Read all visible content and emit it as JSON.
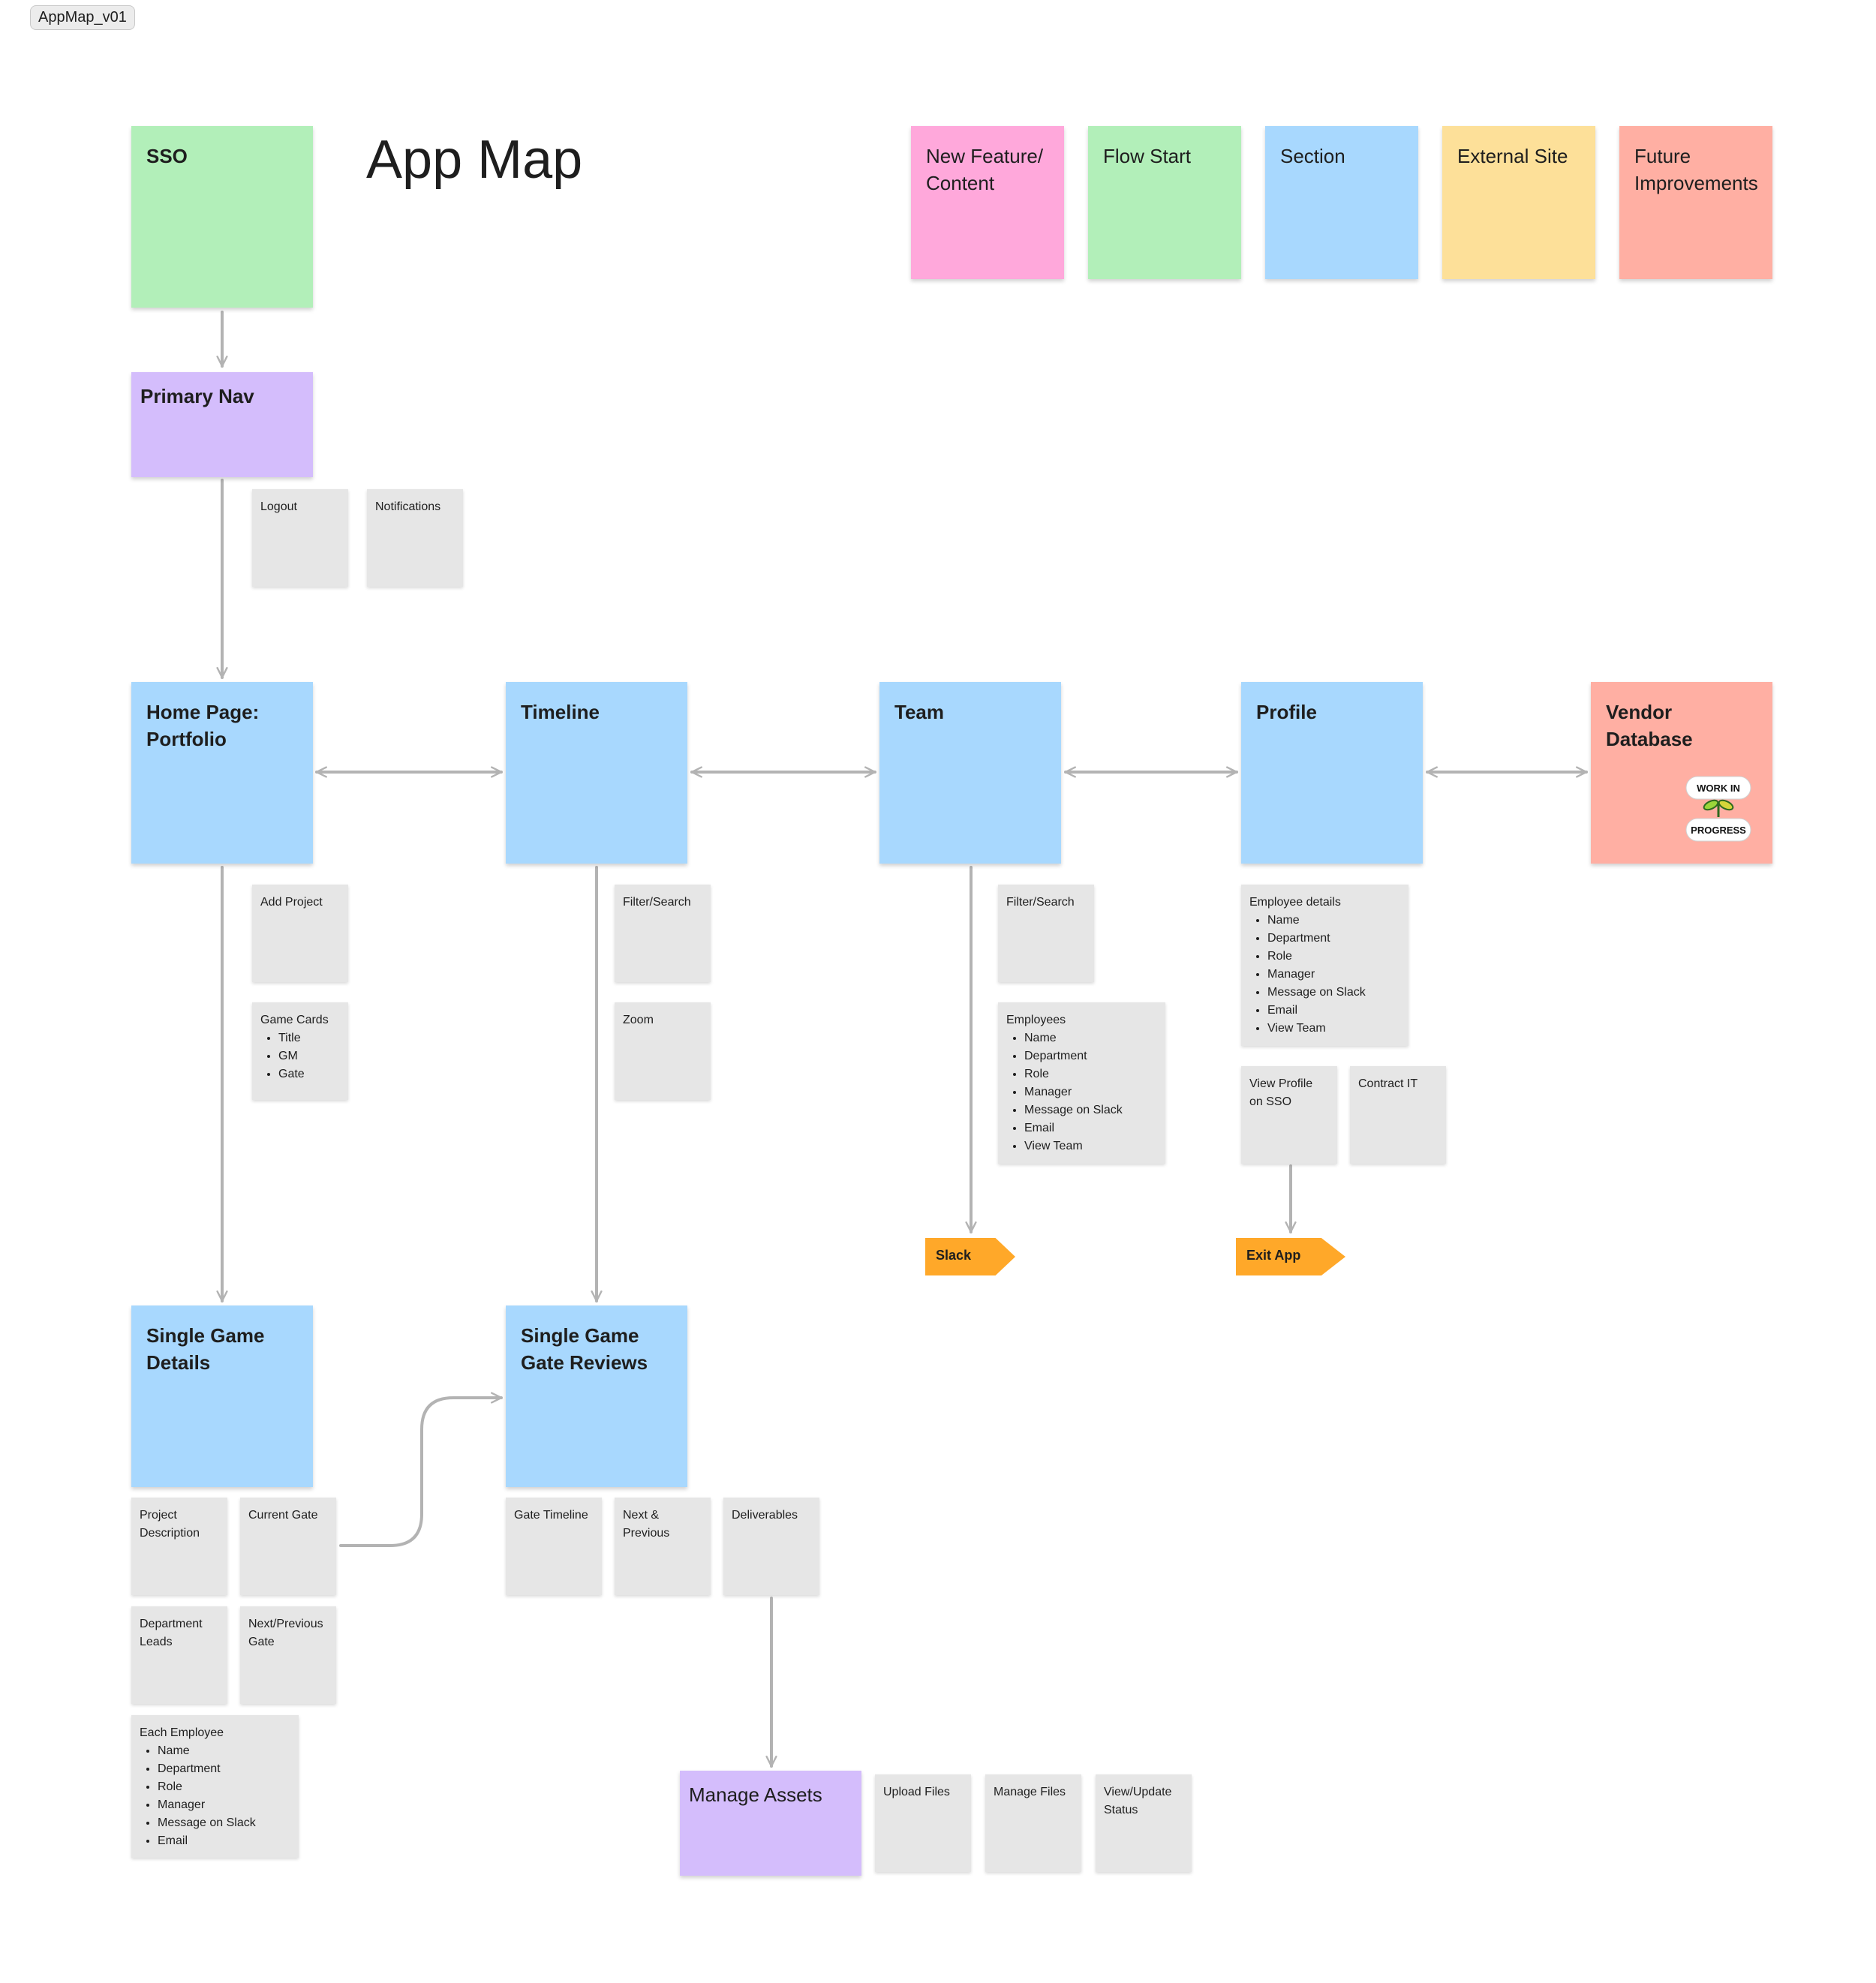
{
  "frame": {
    "label": "AppMap_v01"
  },
  "title": "App Map",
  "legend": [
    {
      "label": "New Feature/\nContent",
      "color": "#ffa8db"
    },
    {
      "label": "Flow Start",
      "color": "#b2efb9"
    },
    {
      "label": "Section",
      "color": "#a8d8fe"
    },
    {
      "label": "External Site",
      "color": "#fde099"
    },
    {
      "label": "Future\nImprovements",
      "color": "#ffafa3"
    }
  ],
  "nodes": {
    "sso": "SSO",
    "primary_nav": "Primary Nav",
    "home": "Home Page:\nPortfolio",
    "timeline": "Timeline",
    "team": "Team",
    "profile": "Profile",
    "vendor_db": "Vendor Database",
    "single_game_details": "Single Game\nDetails",
    "single_game_gate_reviews": "Single Game\nGate Reviews",
    "manage_assets": "Manage Assets"
  },
  "notes": {
    "logout": "Logout",
    "notifications": "Notifications",
    "add_project": "Add Project",
    "game_cards": {
      "title": "Game Cards",
      "items": [
        "Title",
        "GM",
        "Gate"
      ]
    },
    "timeline_filter": "Filter/Search",
    "zoom": "Zoom",
    "team_filter": "Filter/Search",
    "employees": {
      "title": "Employees",
      "items": [
        "Name",
        "Department",
        "Role",
        "Manager",
        "Message on Slack",
        "Email",
        "View Team"
      ]
    },
    "employee_details": {
      "title": "Employee details",
      "items": [
        "Name",
        "Department",
        "Role",
        "Manager",
        "Message on Slack",
        "Email",
        "View Team"
      ]
    },
    "view_profile_sso": "View Profile\non SSO",
    "contract_it": "Contract IT",
    "project_description": "Project\nDescription",
    "current_gate": "Current Gate",
    "department_leads": "Department\nLeads",
    "next_previous_gate": "Next/Previous\nGate",
    "each_employee": {
      "title": "Each Employee",
      "items": [
        "Name",
        "Department",
        "Role",
        "Manager",
        "Message on Slack",
        "Email"
      ]
    },
    "gate_timeline": "Gate Timeline",
    "next_previous": "Next &\nPrevious",
    "deliverables": "Deliverables",
    "upload_files": "Upload Files",
    "manage_files": "Manage Files",
    "view_update_status": "View/Update\nStatus"
  },
  "tags": {
    "slack": "Slack",
    "exit_app": "Exit App"
  },
  "wip_badge": {
    "top": "WORK IN",
    "bottom": "PROGRESS"
  },
  "colors": {
    "flow_start": "#b2efb9",
    "nav": "#d4bdfc",
    "section": "#a8d8fe",
    "future": "#ffafa3",
    "note": "#e6e6e6",
    "tag": "#ffa829",
    "connector": "#b3b3b3"
  }
}
